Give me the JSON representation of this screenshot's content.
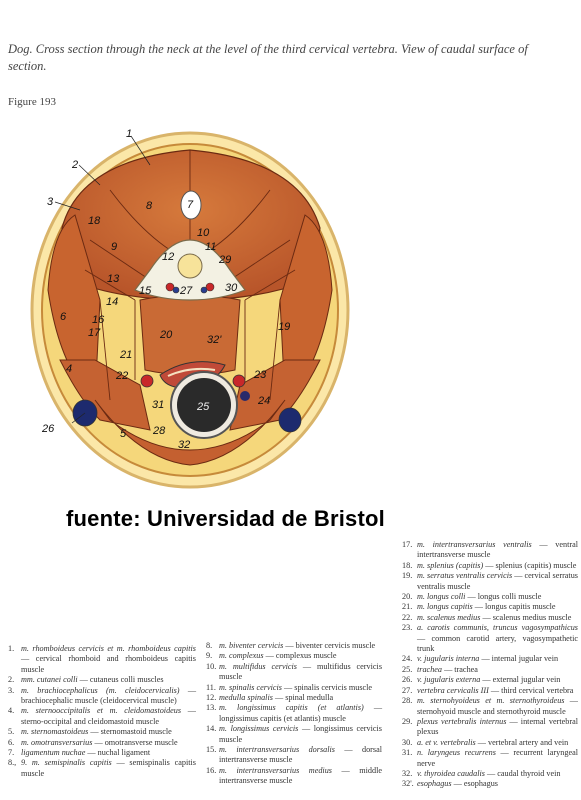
{
  "header": {
    "title": "Dog. Cross section through the neck at the level of the third cervical vertebra. View of caudal surface of section.",
    "figure_label": "Figure 193"
  },
  "figure": {
    "labels": [
      "1",
      "2",
      "3",
      "18",
      "8",
      "7",
      "10",
      "9",
      "12",
      "11",
      "29",
      "13",
      "27",
      "15",
      "30",
      "14",
      "16",
      "6",
      "17",
      "20",
      "32'",
      "19",
      "21",
      "22",
      "23",
      "4",
      "31",
      "24",
      "25",
      "26",
      "5",
      "28",
      "32"
    ]
  },
  "watermark": "fuente: Universidad de Bristol",
  "legend": {
    "col1": [
      {
        "num": "1.",
        "term": "m. rhomboideus cervicis et m. rhomboideus capitis",
        "desc": " — cervical rhomboid and rhomboideus capitis muscle"
      },
      {
        "num": "2.",
        "term": "mm. cutanei colli",
        "desc": " — cutaneus colli muscles"
      },
      {
        "num": "3.",
        "term": "m. brachiocephalicus (m. cleidocervicalis)",
        "desc": " — brachiocephalic muscle (cleidocervical muscle)"
      },
      {
        "num": "4.",
        "term": "m. sternooccipitalis et m. cleidomastoideus",
        "desc": " — sterno-occipital and cleidomastoid muscle"
      },
      {
        "num": "5.",
        "term": "m. sternomastoideus",
        "desc": " — sternomastoid muscle"
      },
      {
        "num": "6.",
        "term": "m. omotransversarius",
        "desc": " — omotransverse muscle"
      },
      {
        "num": "7.",
        "term": "ligamentum nuchae",
        "desc": " — nuchal ligament"
      },
      {
        "num": "8.,",
        "term": "9. m. semispinalis capitis",
        "desc": " — semispinalis capitis muscle"
      }
    ],
    "col2": [
      {
        "num": "8.",
        "term": "m. biventer cervicis",
        "desc": " — biventer cervicis muscle"
      },
      {
        "num": "9.",
        "term": "m. complexus",
        "desc": " — complexus muscle"
      },
      {
        "num": "10.",
        "term": "m. multifidus cervicis",
        "desc": " — multifidus cervicis muscle"
      },
      {
        "num": "11.",
        "term": "m. spinalis cervicis",
        "desc": " — spinalis cervicis muscle"
      },
      {
        "num": "12.",
        "term": "medulla spinalis",
        "desc": " — spinal medulla"
      },
      {
        "num": "13.",
        "term": "m. longissimus capitis (et atlantis)",
        "desc": " — longissimus capitis (et atlantis) muscle"
      },
      {
        "num": "14.",
        "term": "m. longissimus cervicis",
        "desc": " — longissimus cervicis muscle"
      },
      {
        "num": "15.",
        "term": "m. intertransversarius dorsalis",
        "desc": " — dorsal intertransverse muscle"
      },
      {
        "num": "16.",
        "term": "m. intertransversarius medius",
        "desc": " — middle intertransverse muscle"
      }
    ],
    "col3": [
      {
        "num": "17.",
        "term": "m. intertransversarius ventralis",
        "desc": " — ventral intertransverse muscle"
      },
      {
        "num": "18.",
        "term": "m. splenius (capitis)",
        "desc": " — splenius (capitis) muscle"
      },
      {
        "num": "19.",
        "term": "m. serratus ventralis cervicis",
        "desc": " — cervical serratus ventralis muscle"
      },
      {
        "num": "20.",
        "term": "m. longus colli",
        "desc": " — longus colli muscle"
      },
      {
        "num": "21.",
        "term": "m. longus capitis",
        "desc": " — longus capitis muscle"
      },
      {
        "num": "22.",
        "term": "m. scalenus medius",
        "desc": " — scalenus medius muscle"
      },
      {
        "num": "23.",
        "term": "a. carotis communis, truncus vagosympathicus",
        "desc": " — common carotid artery, vagosympathetic trunk"
      },
      {
        "num": "24.",
        "term": "v. jugularis interna",
        "desc": " — internal jugular vein"
      },
      {
        "num": "25.",
        "term": "trachea",
        "desc": " — trachea"
      },
      {
        "num": "26.",
        "term": "v. jugularis externa",
        "desc": " — external jugular vein"
      },
      {
        "num": "27.",
        "term": "vertebra cervicalis III",
        "desc": " — third cervical vertebra"
      },
      {
        "num": "28.",
        "term": "m. sternohyoideus et m. sternothyroideus",
        "desc": " — sternohyoid muscle and sternothyroid muscle"
      },
      {
        "num": "29.",
        "term": "plexus vertebralis internus",
        "desc": " — internal vertebral plexus"
      },
      {
        "num": "30.",
        "term": "a. et v. vertebralis",
        "desc": " — vertebral artery and vein"
      },
      {
        "num": "31.",
        "term": "n. laryngeus recurrens",
        "desc": " — recurrent laryngeal nerve"
      },
      {
        "num": "32.",
        "term": "v. thyroidea caudalis",
        "desc": " — caudal thyroid vein"
      },
      {
        "num": "32'.",
        "term": "esophagus",
        "desc": " — esophagus"
      }
    ]
  }
}
